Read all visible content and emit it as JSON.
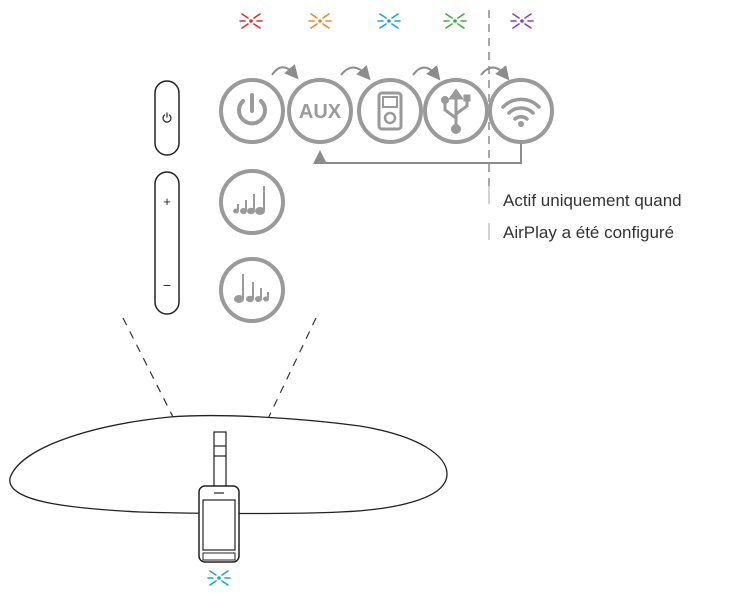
{
  "sources": [
    {
      "id": "power",
      "label": "",
      "indicator_color": "#d9342b",
      "icon": "power-icon"
    },
    {
      "id": "aux",
      "label": "AUX",
      "indicator_color": "#e58a2c",
      "icon": "aux-text-icon"
    },
    {
      "id": "ipod",
      "label": "",
      "indicator_color": "#1aa3de",
      "icon": "ipod-icon"
    },
    {
      "id": "usb",
      "label": "",
      "indicator_color": "#3cae3c",
      "icon": "usb-icon"
    },
    {
      "id": "wifi",
      "label": "",
      "indicator_color": "#8a3fb2",
      "icon": "wifi-icon"
    }
  ],
  "volume": {
    "plus_label": "+",
    "minus_label": "−",
    "up_icon": "volume-up-notes-icon",
    "down_icon": "volume-down-notes-icon"
  },
  "power_button_icon": "power-icon",
  "note": {
    "line1": "Actif uniquement quand",
    "line2": "AirPlay a été configuré"
  },
  "colors": {
    "icon_gray": "#9a9a9a",
    "line_gray": "#8c8c8c",
    "dock_indicator": "#1aa3de"
  }
}
